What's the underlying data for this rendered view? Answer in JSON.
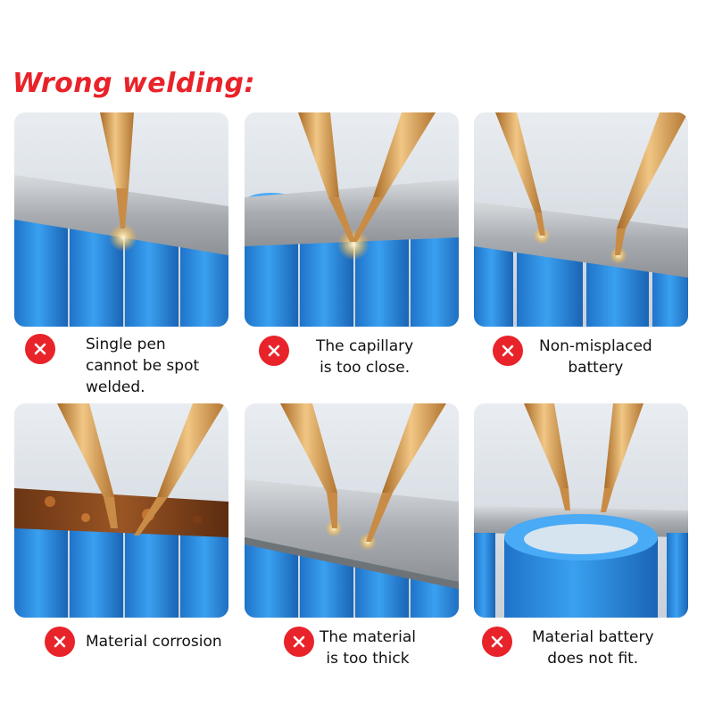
{
  "title": "Wrong welding:",
  "accent_color": "#e8232a",
  "battery_color": "#2e8fe0",
  "items": [
    {
      "caption": "Single pen\ncannot be spot\nwelded.",
      "icon": "cross-icon"
    },
    {
      "caption": "The capillary\nis too close.",
      "icon": "cross-icon"
    },
    {
      "caption": "Non-misplaced\nbattery",
      "icon": "cross-icon"
    },
    {
      "caption": "Material corrosion",
      "icon": "cross-icon"
    },
    {
      "caption": "The material\nis too thick",
      "icon": "cross-icon"
    },
    {
      "caption": "Material battery\ndoes not fit.",
      "icon": "cross-icon"
    }
  ]
}
